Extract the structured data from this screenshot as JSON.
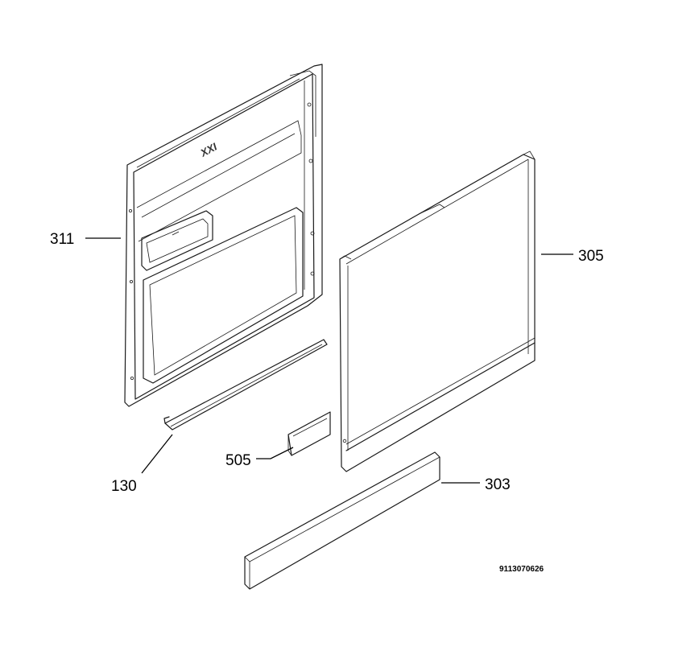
{
  "callouts": {
    "door_inner_panel": "311",
    "door_outer_panel": "305",
    "seal_strip": "130",
    "small_part": "505",
    "kick_plate": "303"
  },
  "drawing_number": "9113070626",
  "embossed_mark": "XXI"
}
